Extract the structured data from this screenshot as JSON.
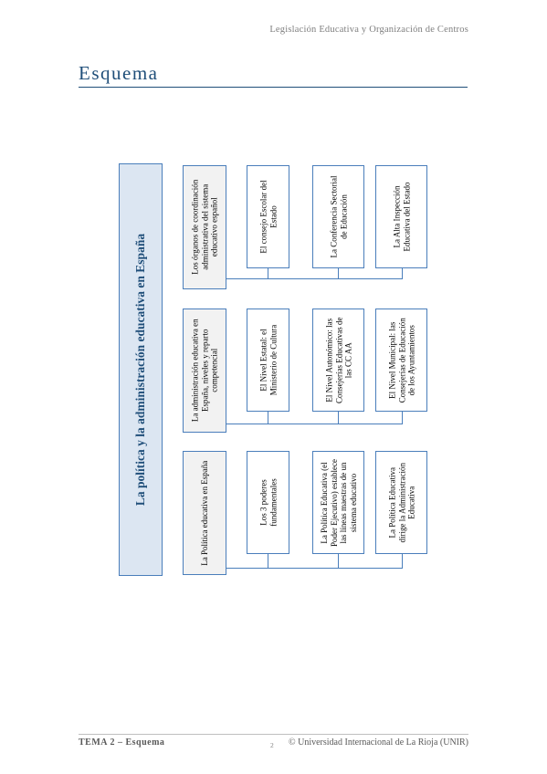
{
  "header": {
    "running_title": "Legislación Educativa y Organización de Centros"
  },
  "page": {
    "title": "Esquema"
  },
  "diagram": {
    "main_title": "La política y la administración educativa en España",
    "rows": [
      {
        "head": "Los órganos de coordinación administrativa del sistema educativo español",
        "items": [
          "El consejo Escolar del Estado",
          "La Conferencia Sectorial de Educación",
          "La Alta Inspección Educativa del Estado"
        ]
      },
      {
        "head": "La administración educativa en España, niveles y reparto competencial",
        "items": [
          "El Nivel Estatal: el Ministerio de Cultura",
          "El Nivel Autonómico: las Consejerías Educativas de las CC AA",
          "El Nivel Municipal: las Consejerías de Educación de los Ayuntamientos"
        ]
      },
      {
        "head": "La Política educativa en España",
        "items": [
          "Los 3 poderes fundamentales",
          "La Política Educativa (el Poder Ejecutivo) establece las líneas maestras de un sistema educativo",
          "La Política Educativa dirige la Administración Educativa"
        ]
      }
    ]
  },
  "footer": {
    "left": "TEMA 2 – Esquema",
    "page_number": "2",
    "right": "© Universidad Internacional de La Rioja (UNIR)"
  }
}
